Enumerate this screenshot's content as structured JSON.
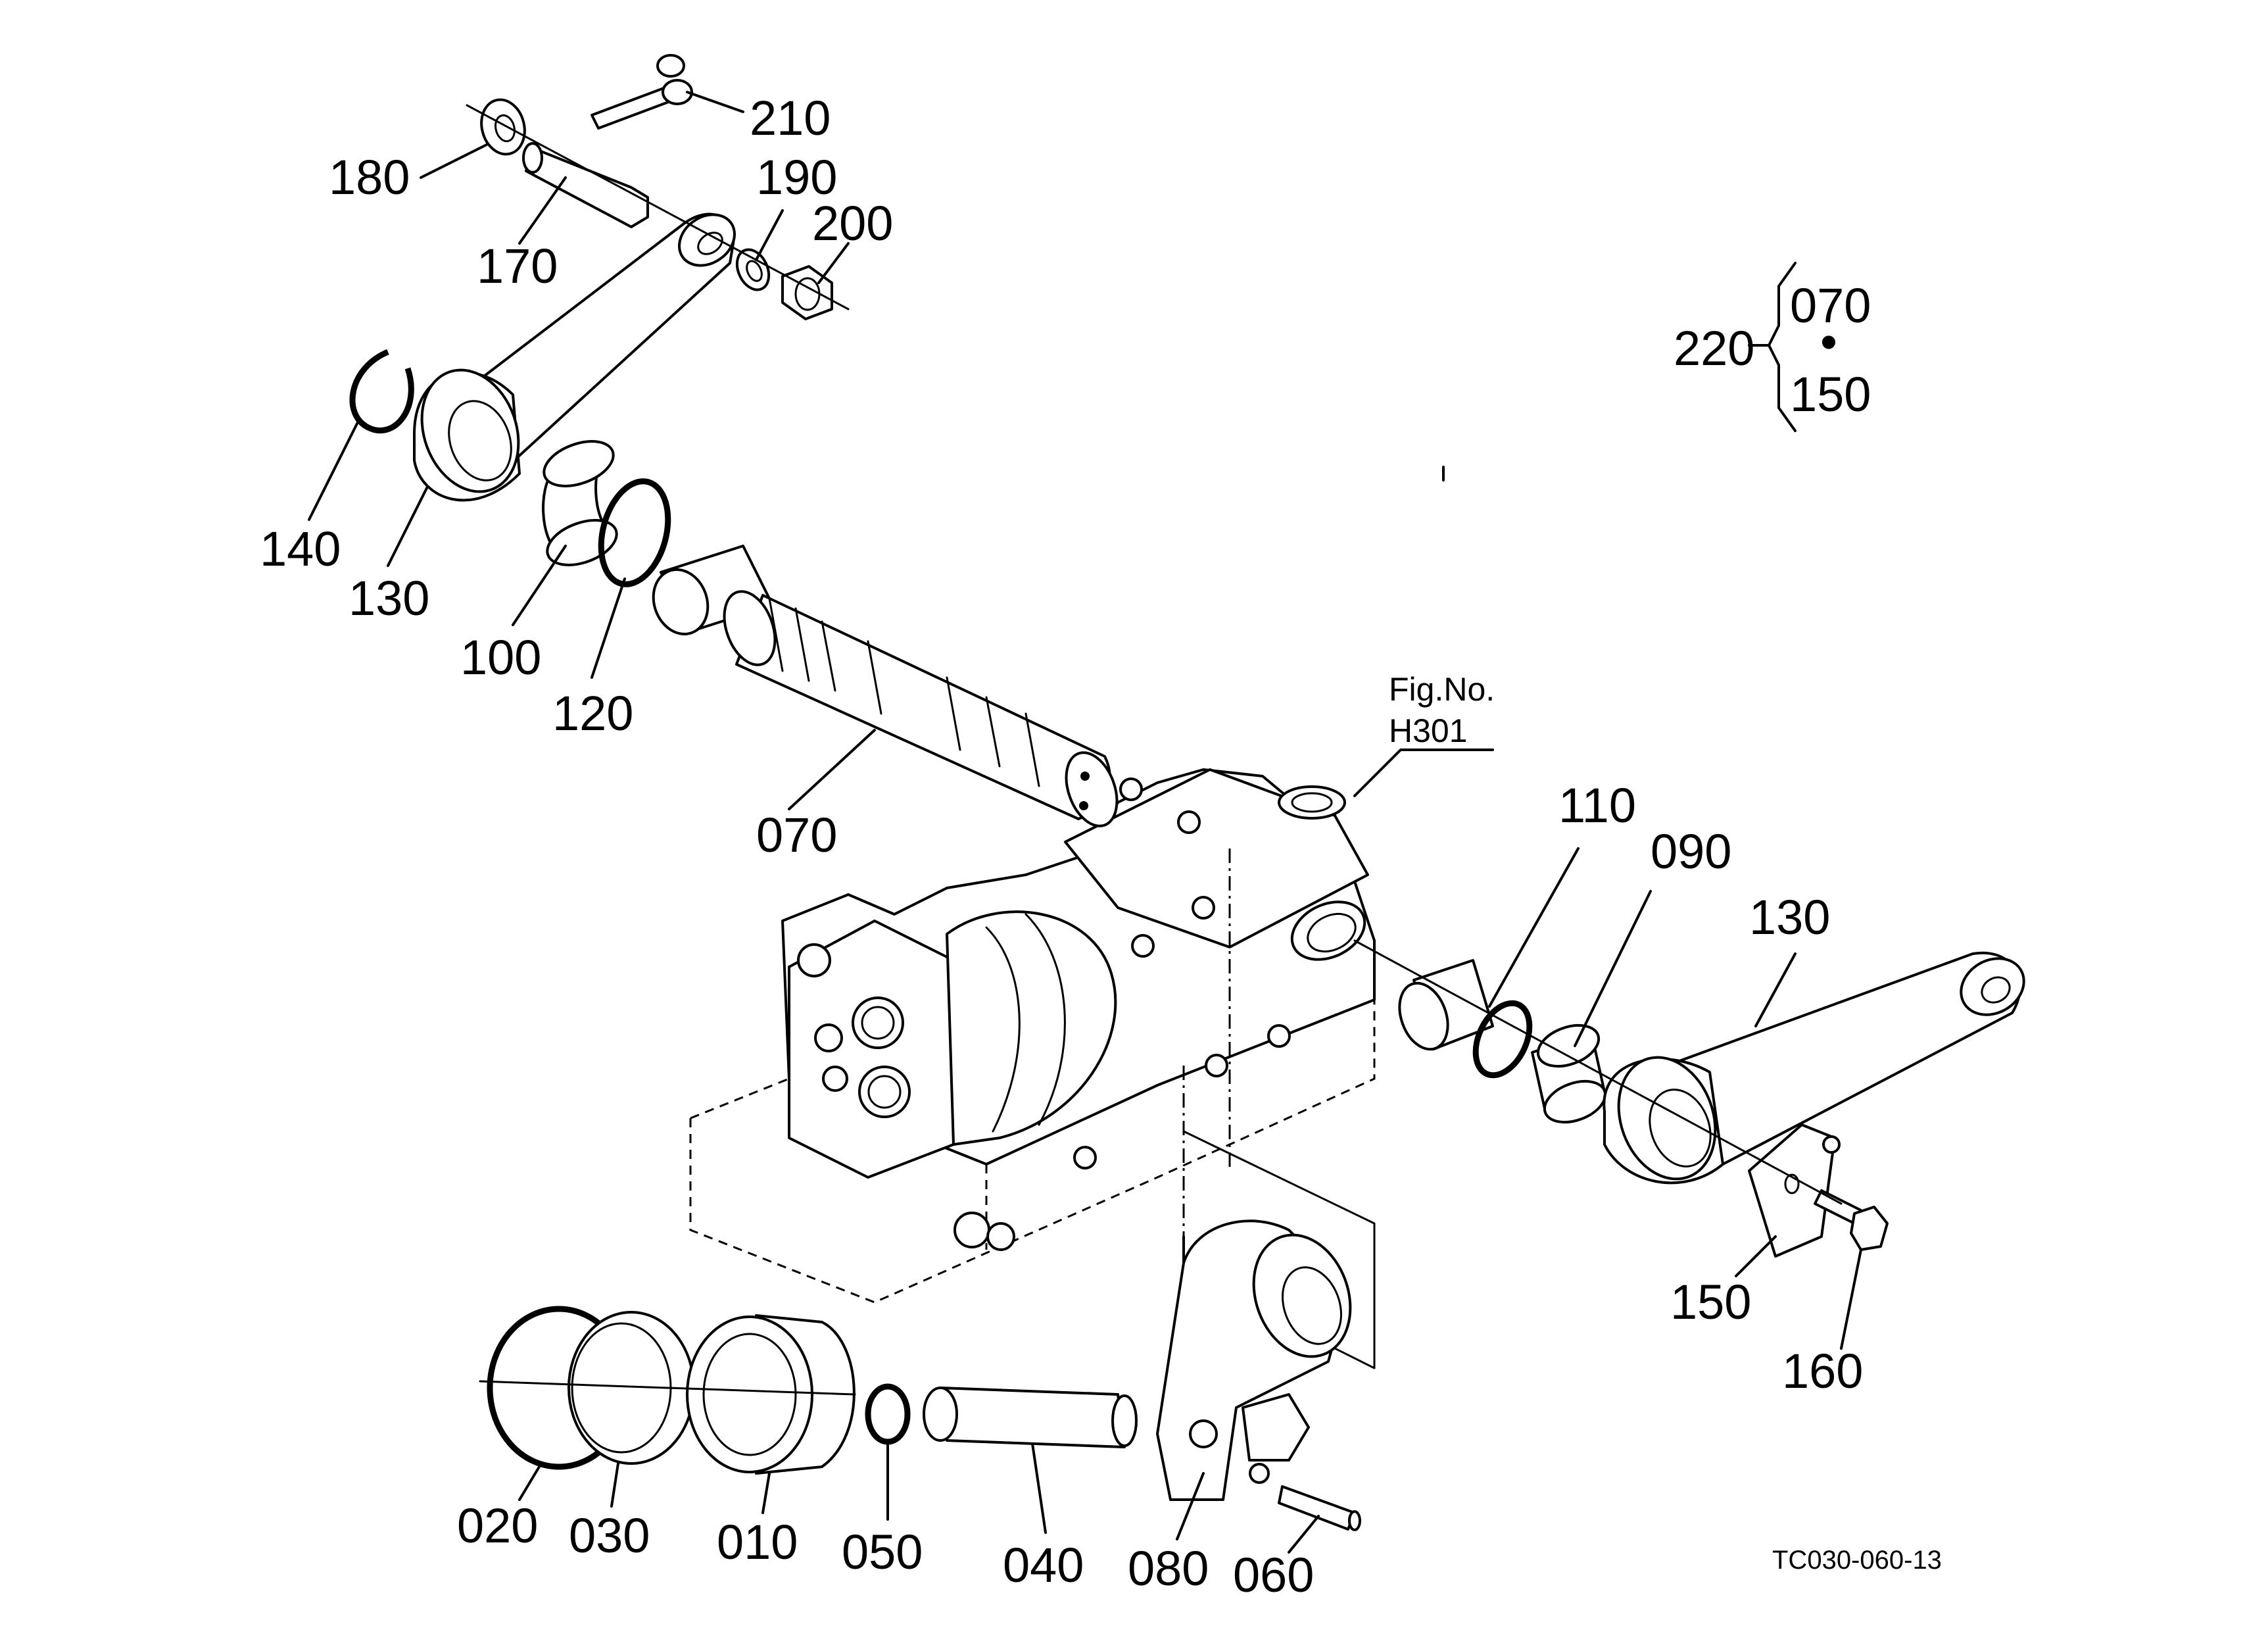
{
  "diagram": {
    "figure_reference": {
      "line1": "Fig.No.",
      "line2": "H301"
    },
    "drawing_code": "TC030-060-13",
    "set_note": {
      "number": "220",
      "item_top": "070",
      "item_bottom": "150",
      "separator": "•"
    },
    "parts": {
      "p210": "210",
      "p180": "180",
      "p190": "190",
      "p200": "200",
      "p170": "170",
      "p140": "140",
      "p130a": "130",
      "p100": "100",
      "p120": "120",
      "p070": "070",
      "p110": "110",
      "p090": "090",
      "p130b": "130",
      "p150": "150",
      "p160": "160",
      "p020": "020",
      "p030": "030",
      "p010": "010",
      "p050": "050",
      "p040": "040",
      "p080": "080",
      "p060": "060"
    }
  }
}
